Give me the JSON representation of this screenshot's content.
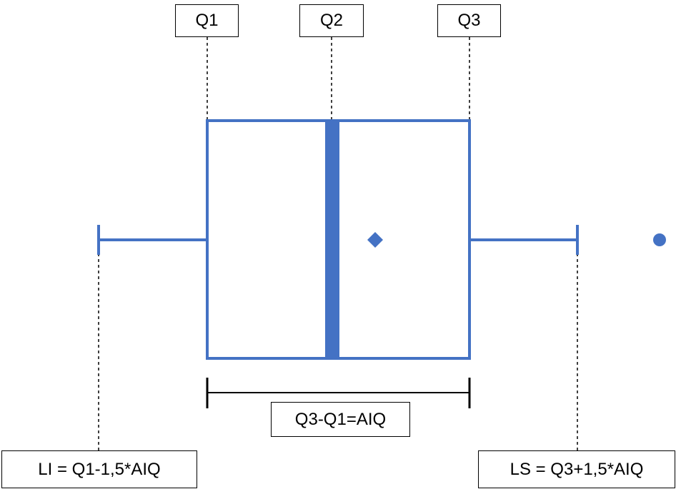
{
  "labels": {
    "q1": "Q1",
    "q2": "Q2",
    "q3": "Q3",
    "iqr": "Q3-Q1=AIQ",
    "lower_limit": "LI = Q1-1,5*AIQ",
    "upper_limit": "LS = Q3+1,5*AIQ"
  },
  "colors": {
    "box": "#4472C4",
    "guide": "#000000"
  },
  "markers": {
    "mean": "diamond",
    "outlier": "circle"
  }
}
